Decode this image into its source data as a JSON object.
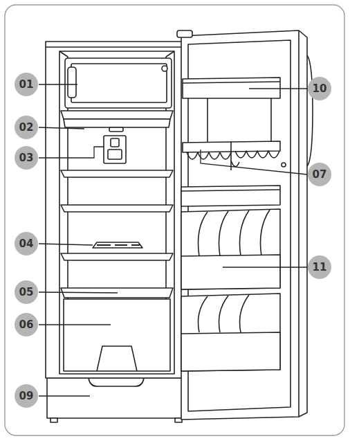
{
  "diagram": {
    "labels": [
      "01",
      "02",
      "03",
      "04",
      "05",
      "06",
      "09",
      "10",
      "07",
      "11"
    ]
  }
}
